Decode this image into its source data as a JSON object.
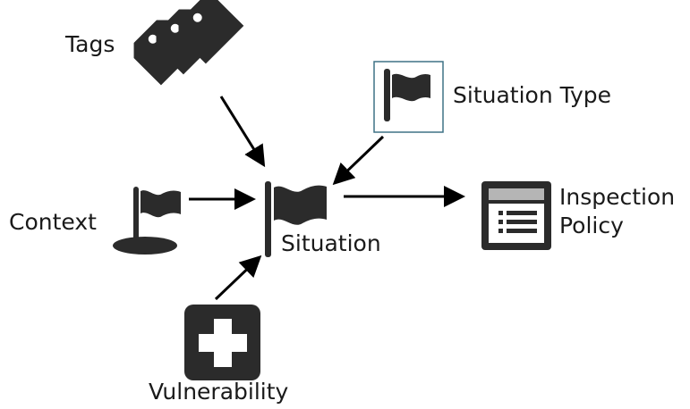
{
  "nodes": {
    "tags": {
      "label": "Tags",
      "icon": "tags-icon"
    },
    "situation_type": {
      "label": "Situation Type",
      "icon": "flag-icon"
    },
    "context": {
      "label": "Context",
      "icon": "flag-on-base-icon"
    },
    "situation": {
      "label": "Situation",
      "icon": "flag-icon"
    },
    "inspection_policy": {
      "label_line1": "Inspection",
      "label_line2": "Policy",
      "icon": "policy-list-icon"
    },
    "vulnerability": {
      "label": "Vulnerability",
      "icon": "medical-cross-icon"
    }
  },
  "edges": [
    {
      "from": "Tags",
      "to": "Situation"
    },
    {
      "from": "Situation Type",
      "to": "Situation"
    },
    {
      "from": "Context",
      "to": "Situation"
    },
    {
      "from": "Vulnerability",
      "to": "Situation"
    },
    {
      "from": "Situation",
      "to": "Inspection Policy"
    }
  ],
  "colors": {
    "icon": "#2b2b2b",
    "arrow": "#000000",
    "frame": "#3f7286",
    "accent": "#b5b5b5"
  }
}
